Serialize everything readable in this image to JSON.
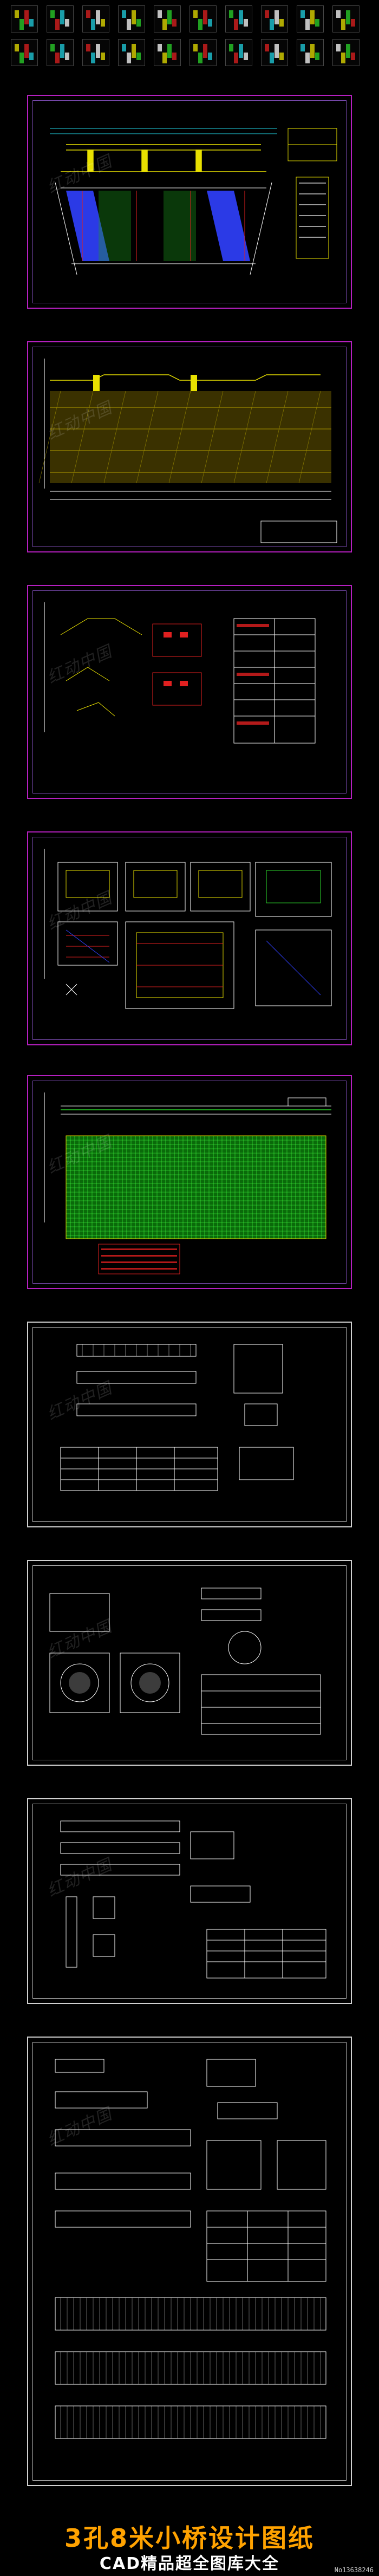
{
  "title": "3孔8米小桥设计图纸",
  "subtitle": "CAD精品超全图库大全",
  "image_id": "No13638246",
  "watermark": "红动中国",
  "icons": {
    "thumbnail": "cad-drawing-thumbnail-icon",
    "north_arrow": "axis-marker-icon"
  },
  "colors": {
    "background": "#000000",
    "sheet_frame": "#b51fbf",
    "title_color": "#ffa200",
    "line_yellow": "#e8e000",
    "line_green": "#2bd42b",
    "line_cyan": "#20d0e0",
    "line_red": "#e02020",
    "line_blue": "#3040ff",
    "line_white": "#ffffff"
  },
  "sheets": [
    {
      "id": 1,
      "kind": "bridge-plan-and-elevation"
    },
    {
      "id": 2,
      "kind": "geological-section"
    },
    {
      "id": 3,
      "kind": "abutment-details"
    },
    {
      "id": 4,
      "kind": "pier-and-abutment-structure"
    },
    {
      "id": 5,
      "kind": "slab-reinforcement"
    },
    {
      "id": 6,
      "kind": "rebar-details"
    },
    {
      "id": 7,
      "kind": "bearing-details"
    },
    {
      "id": 8,
      "kind": "beam-details"
    },
    {
      "id": 9,
      "kind": "deck-details"
    }
  ]
}
